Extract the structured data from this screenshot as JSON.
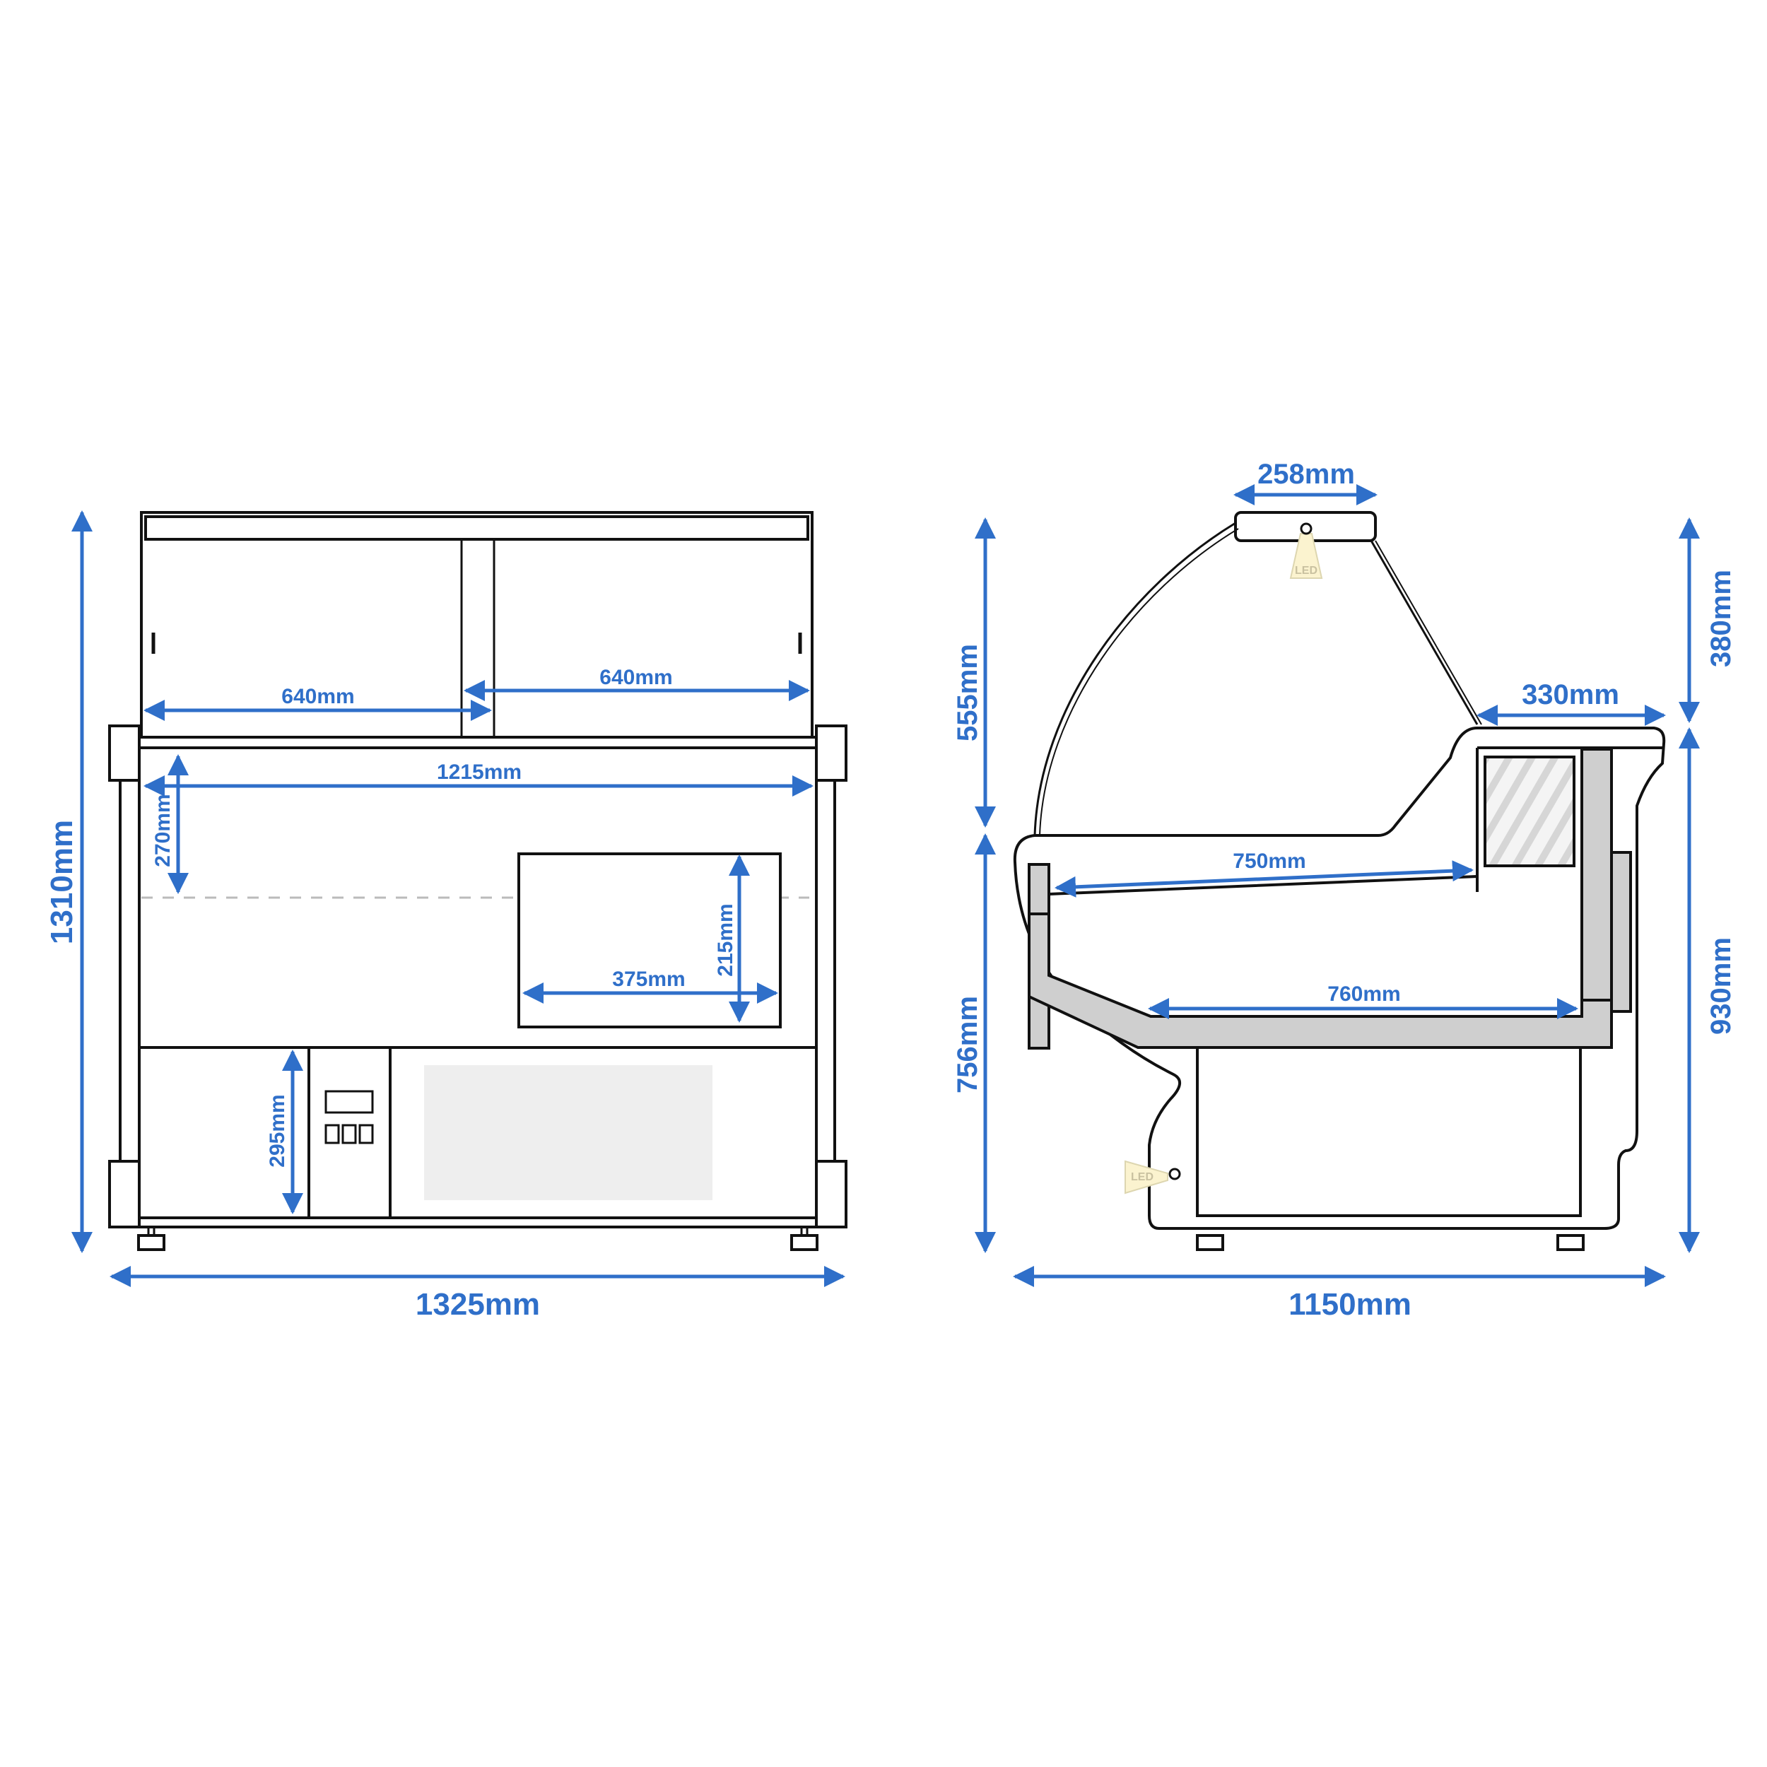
{
  "front_view": {
    "glass_width_left": "640mm",
    "glass_width_right": "640mm",
    "inner_width": "1215mm",
    "display_depth": "270mm",
    "tray_width": "375mm",
    "tray_height": "215mm",
    "storage_height": "295mm",
    "total_height": "1310mm",
    "total_width": "1325mm"
  },
  "side_view": {
    "top_canopy_width": "258mm",
    "upper_height": "555mm",
    "lower_height": "756mm",
    "upper_right_height": "380mm",
    "lower_right_height": "930mm",
    "work_top_depth": "330mm",
    "top_shelf_depth": "750mm",
    "bottom_display_depth": "760mm",
    "total_depth": "1150mm",
    "led_top_label": "LED",
    "led_bottom_label": "LED"
  },
  "colors": {
    "dimension_blue": "#2f6fc9",
    "outline": "#111111",
    "fill_grey": "#cfcfcf",
    "panel_grey": "#eeeeee",
    "led_fill": "#fbf3cf"
  }
}
